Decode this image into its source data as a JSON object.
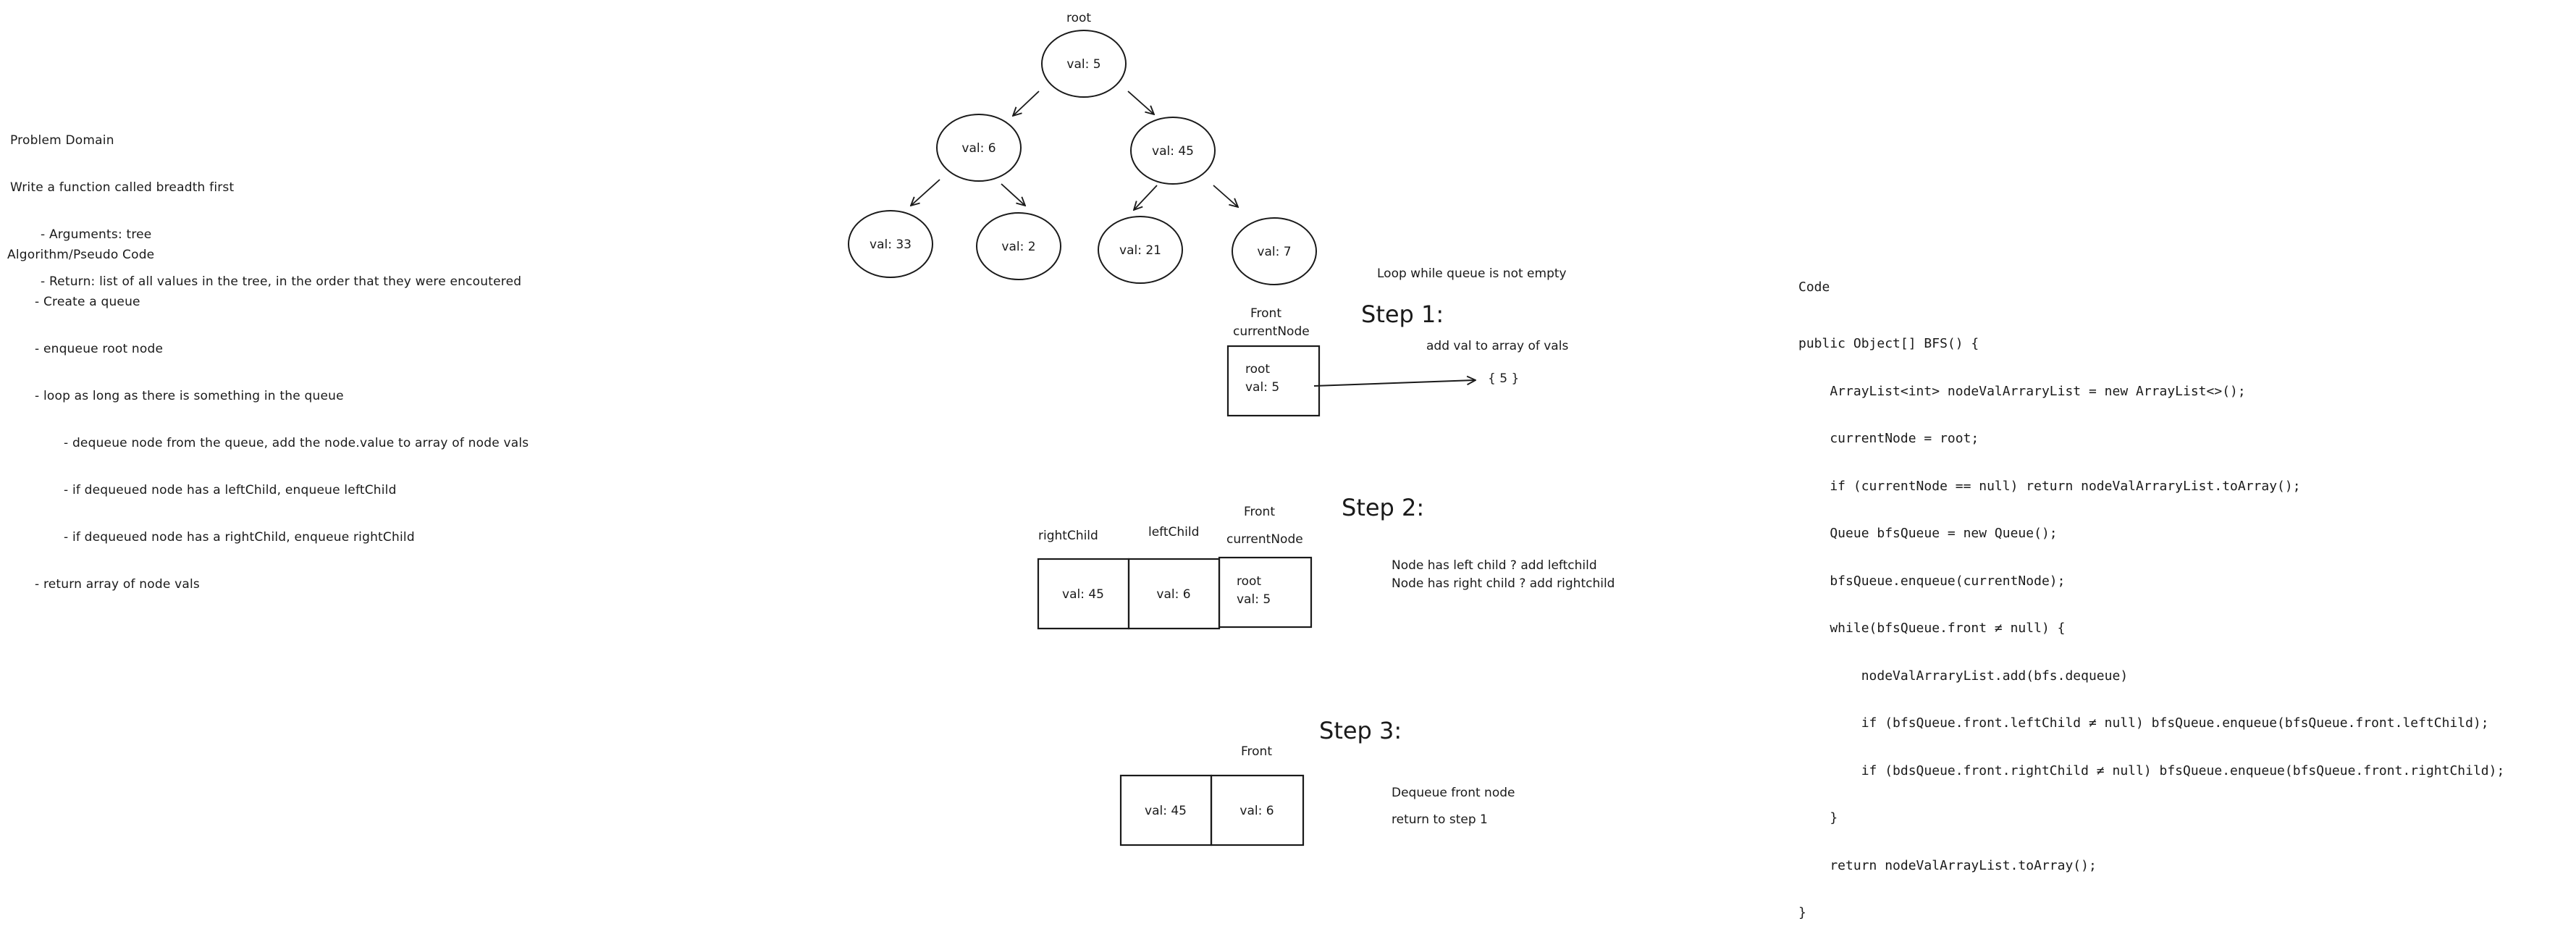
{
  "problem": {
    "heading": "Problem Domain",
    "lines": [
      "Write a function called breadth first",
      "- Arguments: tree",
      "- Return: list of all values in the tree, in the order that they were encoutered"
    ]
  },
  "algorithm": {
    "heading": "Algorithm/Pseudo Code",
    "lines": [
      "- Create a queue",
      "- enqueue root node",
      "- loop as long as there is something in the queue",
      "- dequeue node from the queue, add the node.value to array of node vals",
      "- if dequeued node has a leftChild, enqueue leftChild",
      "- if dequeued node has a rightChild, enqueue rightChild",
      "- return array of node vals"
    ]
  },
  "tree": {
    "root_label": "root",
    "nodes": [
      "val: 5",
      "val: 6",
      "val: 45",
      "val: 33",
      "val: 2",
      "val: 21",
      "val: 7"
    ]
  },
  "loop_note": "Loop while queue is not empty",
  "step1": {
    "title": "Step 1:",
    "front_label": "Front",
    "current_label": "currentNode",
    "box_line1": "root",
    "box_line2": "val: 5",
    "add_label": "add val to array of vals",
    "array": "{ 5 }"
  },
  "step2": {
    "title": "Step 2:",
    "right_label": "rightChild",
    "left_label": "leftChild",
    "front_label": "Front",
    "current_label": "currentNode",
    "cells": [
      "val: 45",
      "val: 6"
    ],
    "root_line1": "root",
    "root_line2": "val: 5",
    "notes": [
      "Node has left child ? add leftchild",
      "Node has right child ? add rightchild"
    ]
  },
  "step3": {
    "title": "Step 3:",
    "front_label": "Front",
    "cells": [
      "val: 45",
      "val: 6"
    ],
    "notes": [
      "Dequeue front node",
      "return to step 1"
    ]
  },
  "code": {
    "heading": "Code",
    "lines": [
      "public Object[] BFS() {",
      "    ArrayList<int> nodeValArraryList = new ArrayList<>();",
      "    currentNode = root;",
      "    if (currentNode == null) return nodeValArraryList.toArray();",
      "    Queue bfsQueue = new Queue();",
      "    bfsQueue.enqueue(currentNode);",
      "    while(bfsQueue.front ≠ null) {",
      "        nodeValArraryList.add(bfs.dequeue)",
      "        if (bfsQueue.front.leftChild ≠ null) bfsQueue.enqueue(bfsQueue.front.leftChild);",
      "        if (bdsQueue.front.rightChild ≠ null) bfsQueue.enqueue(bfsQueue.front.rightChild);",
      "    }",
      "    return nodeValArrayList.toArray();",
      "}"
    ]
  }
}
